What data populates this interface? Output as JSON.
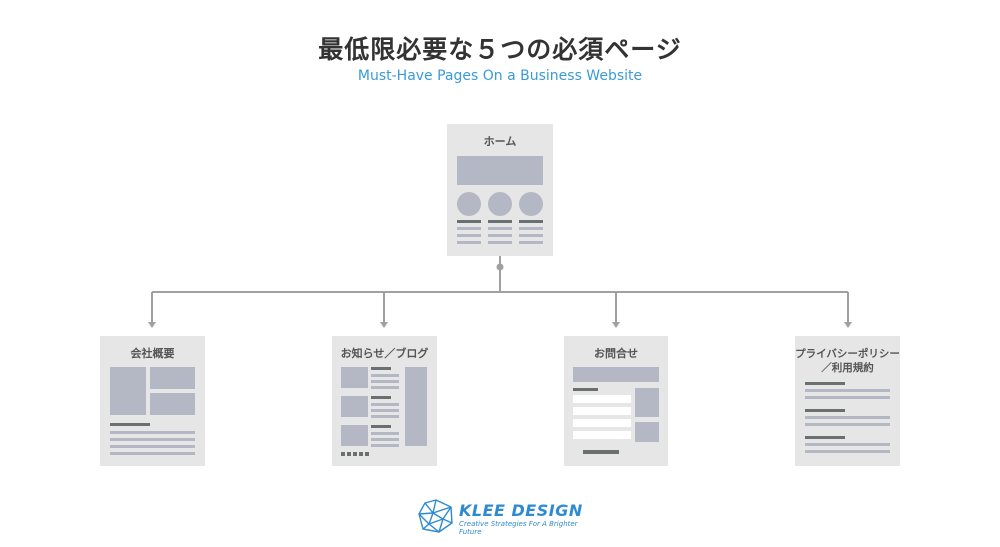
{
  "title": "最低限必要な５つの必須ページ",
  "subtitle": "Must-Have Pages On a Business Website",
  "pages": {
    "home": "ホーム",
    "company": "会社概要",
    "news": "お知らせ／ブログ",
    "contact": "お問合せ",
    "privacy_line1": "プライバシーポリシー",
    "privacy_line2": "／利用規約"
  },
  "logo": {
    "name": "KLEE DESIGN",
    "tagline": "Creative Strategies For A Brighter Future"
  },
  "colors": {
    "accent": "#3a9bd8",
    "page_bg": "#e6e6e6",
    "wireframe_block": "#b4b8c5",
    "wireframe_dark": "#6a7070",
    "connector": "#a0a0a0"
  }
}
